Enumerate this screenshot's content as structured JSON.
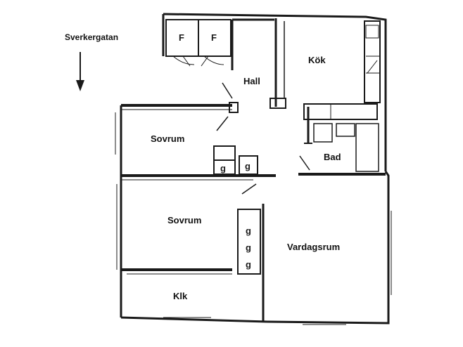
{
  "street": "Sverkergatan",
  "rooms": {
    "hall": "Hall",
    "kitchen": "Kök",
    "bedroom_1": "Sovrum",
    "bedroom_2": "Sovrum",
    "bath": "Bad",
    "living_room": "Vardagsrum",
    "closet": "Klk"
  },
  "fixtures": {
    "wardrobe_mark": "F",
    "storage_mark": "g"
  },
  "icons": {
    "direction": "arrow-down-icon"
  },
  "colors": {
    "ink": "#1a1a1a",
    "paper": "#ffffff"
  }
}
